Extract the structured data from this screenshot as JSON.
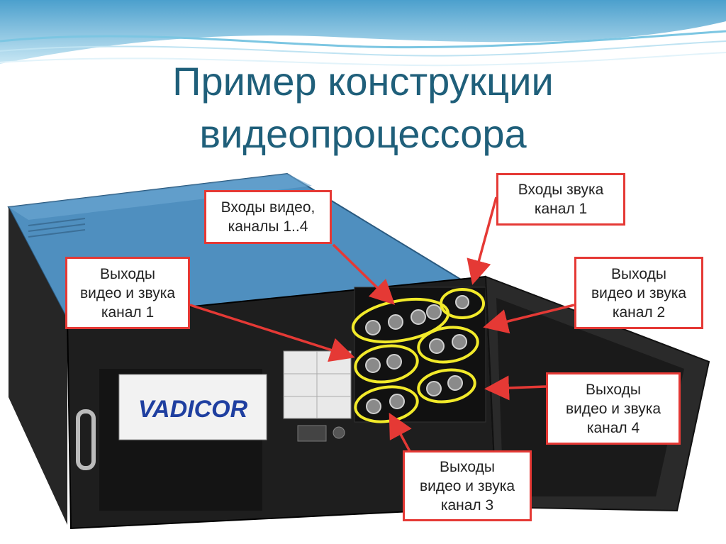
{
  "slide": {
    "title_line1": "Пример конструкции",
    "title_line2": "видеопроцессора"
  },
  "device": {
    "logo_text": "VADICOR"
  },
  "callouts": {
    "video_inputs": "Входы видео,\nканалы 1..4",
    "audio_inputs": "Входы звука\nканал 1",
    "outputs_ch1": "Выходы\nвидео и звука\nканал 1",
    "outputs_ch2": "Выходы\nвидео и звука\nканал 2",
    "outputs_ch3": "Выходы\nвидео и звука\nканал 3",
    "outputs_ch4": "Выходы\nвидео и звука\nканал 4"
  },
  "colors": {
    "title": "#1f5f7a",
    "callout_border": "#e53935",
    "arrow": "#e53935",
    "highlight_ring": "#f2ea2a",
    "chassis_top": "#4f8fbf",
    "chassis_front": "#1e1e1e"
  }
}
